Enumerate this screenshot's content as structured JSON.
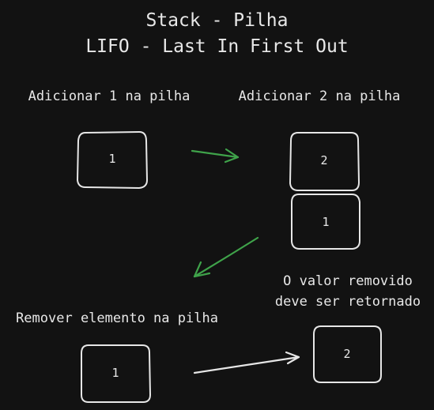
{
  "title": {
    "line1": "Stack - Pilha",
    "line2": "LIFO - Last In First Out"
  },
  "steps": {
    "add1_label": "Adicionar 1 na pilha",
    "add2_label": "Adicionar 2 na pilha",
    "remove_label": "Remover elemento na pilha",
    "removed_note_line1": "O valor removido",
    "removed_note_line2": "deve ser retornado"
  },
  "boxes": {
    "add1_item": "1",
    "add2_top": "2",
    "add2_bottom": "1",
    "remove_remaining": "1",
    "removed_value": "2"
  },
  "colors": {
    "background": "#121212",
    "stroke": "#e6e6e6",
    "arrow_green": "#3fa34a"
  }
}
